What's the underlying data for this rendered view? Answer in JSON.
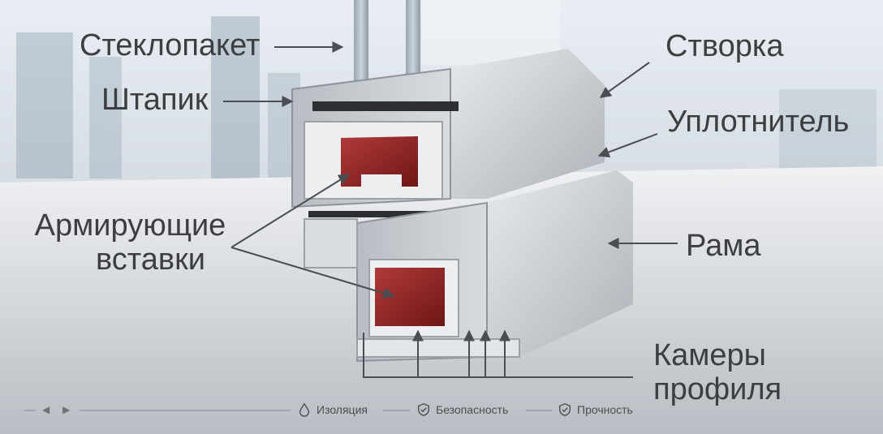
{
  "labels": {
    "glass_unit": "Стеклопакет",
    "bead": "Штапик",
    "sash": "Створка",
    "seal": "Уплотнитель",
    "reinforcement_line1": "Армирующие",
    "reinforcement_line2": "вставки",
    "frame": "Рама",
    "chambers_line1": "Камеры",
    "chambers_line2": "профиля"
  },
  "footer": {
    "prev_icon": "chevron-left-icon",
    "next_icon": "chevron-right-icon",
    "features": [
      {
        "icon": "droplet-icon",
        "label": "Изоляция"
      },
      {
        "icon": "shield-check-icon",
        "label": "Безопасность"
      },
      {
        "icon": "shield-check-icon",
        "label": "Прочность"
      }
    ]
  },
  "colors": {
    "text": "#3c3e41",
    "profile": "#cfd3d7",
    "profile_dark": "#9aa0a6",
    "reinforcement": "#8c1d1d",
    "background_sky": "#dfe7ef"
  }
}
